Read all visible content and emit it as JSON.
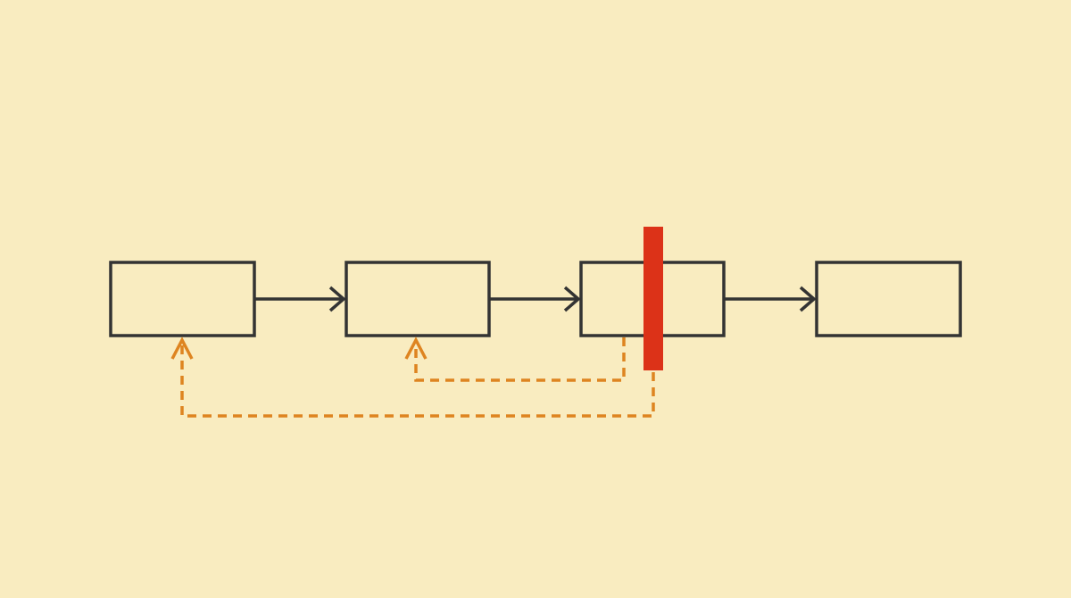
{
  "diagram": {
    "nodes": [
      {
        "id": "stage-1"
      },
      {
        "id": "stage-2"
      },
      {
        "id": "stage-3"
      },
      {
        "id": "stage-4"
      }
    ],
    "edges": [
      {
        "from": "stage-1",
        "to": "stage-2",
        "style": "solid"
      },
      {
        "from": "stage-2",
        "to": "stage-3",
        "style": "solid"
      },
      {
        "from": "stage-3",
        "to": "stage-4",
        "style": "solid"
      },
      {
        "from": "stage-3",
        "to": "stage-2",
        "style": "dashed-feedback"
      },
      {
        "from": "blocker",
        "to": "stage-1",
        "style": "dashed-feedback"
      }
    ],
    "blocker_on": "stage-3"
  },
  "colors": {
    "background": "#f9ecc0",
    "stroke": "#333333",
    "blocker": "#dc3218",
    "feedback": "#de8420"
  }
}
